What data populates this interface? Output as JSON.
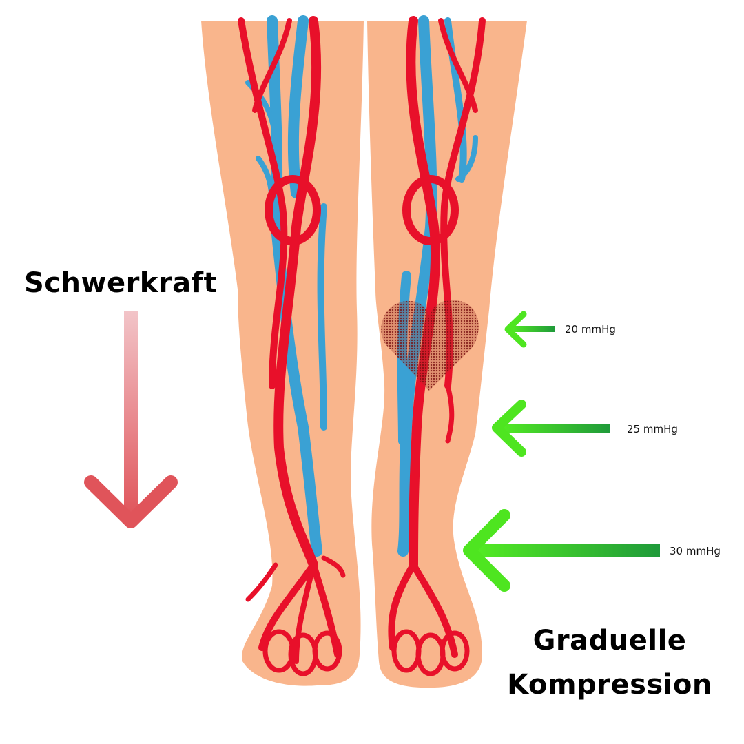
{
  "gravity_label": "Schwerkraft",
  "compression_label": {
    "line1": "Graduelle",
    "line2": "Kompression"
  },
  "pressure_levels": [
    {
      "label": "20 mmHg",
      "value": 20
    },
    {
      "label": "25 mmHg",
      "value": 25
    },
    {
      "label": "30 mmHg",
      "value": 30
    }
  ],
  "colors": {
    "skin": "#f9b58c",
    "artery": "#e8102a",
    "vein": "#3aa1d4",
    "arrow_green": "#4ee520",
    "arrow_green_dark": "#1f9a3a",
    "gravity_arrow": "#e0545a",
    "heart": "#8a1a1a"
  }
}
